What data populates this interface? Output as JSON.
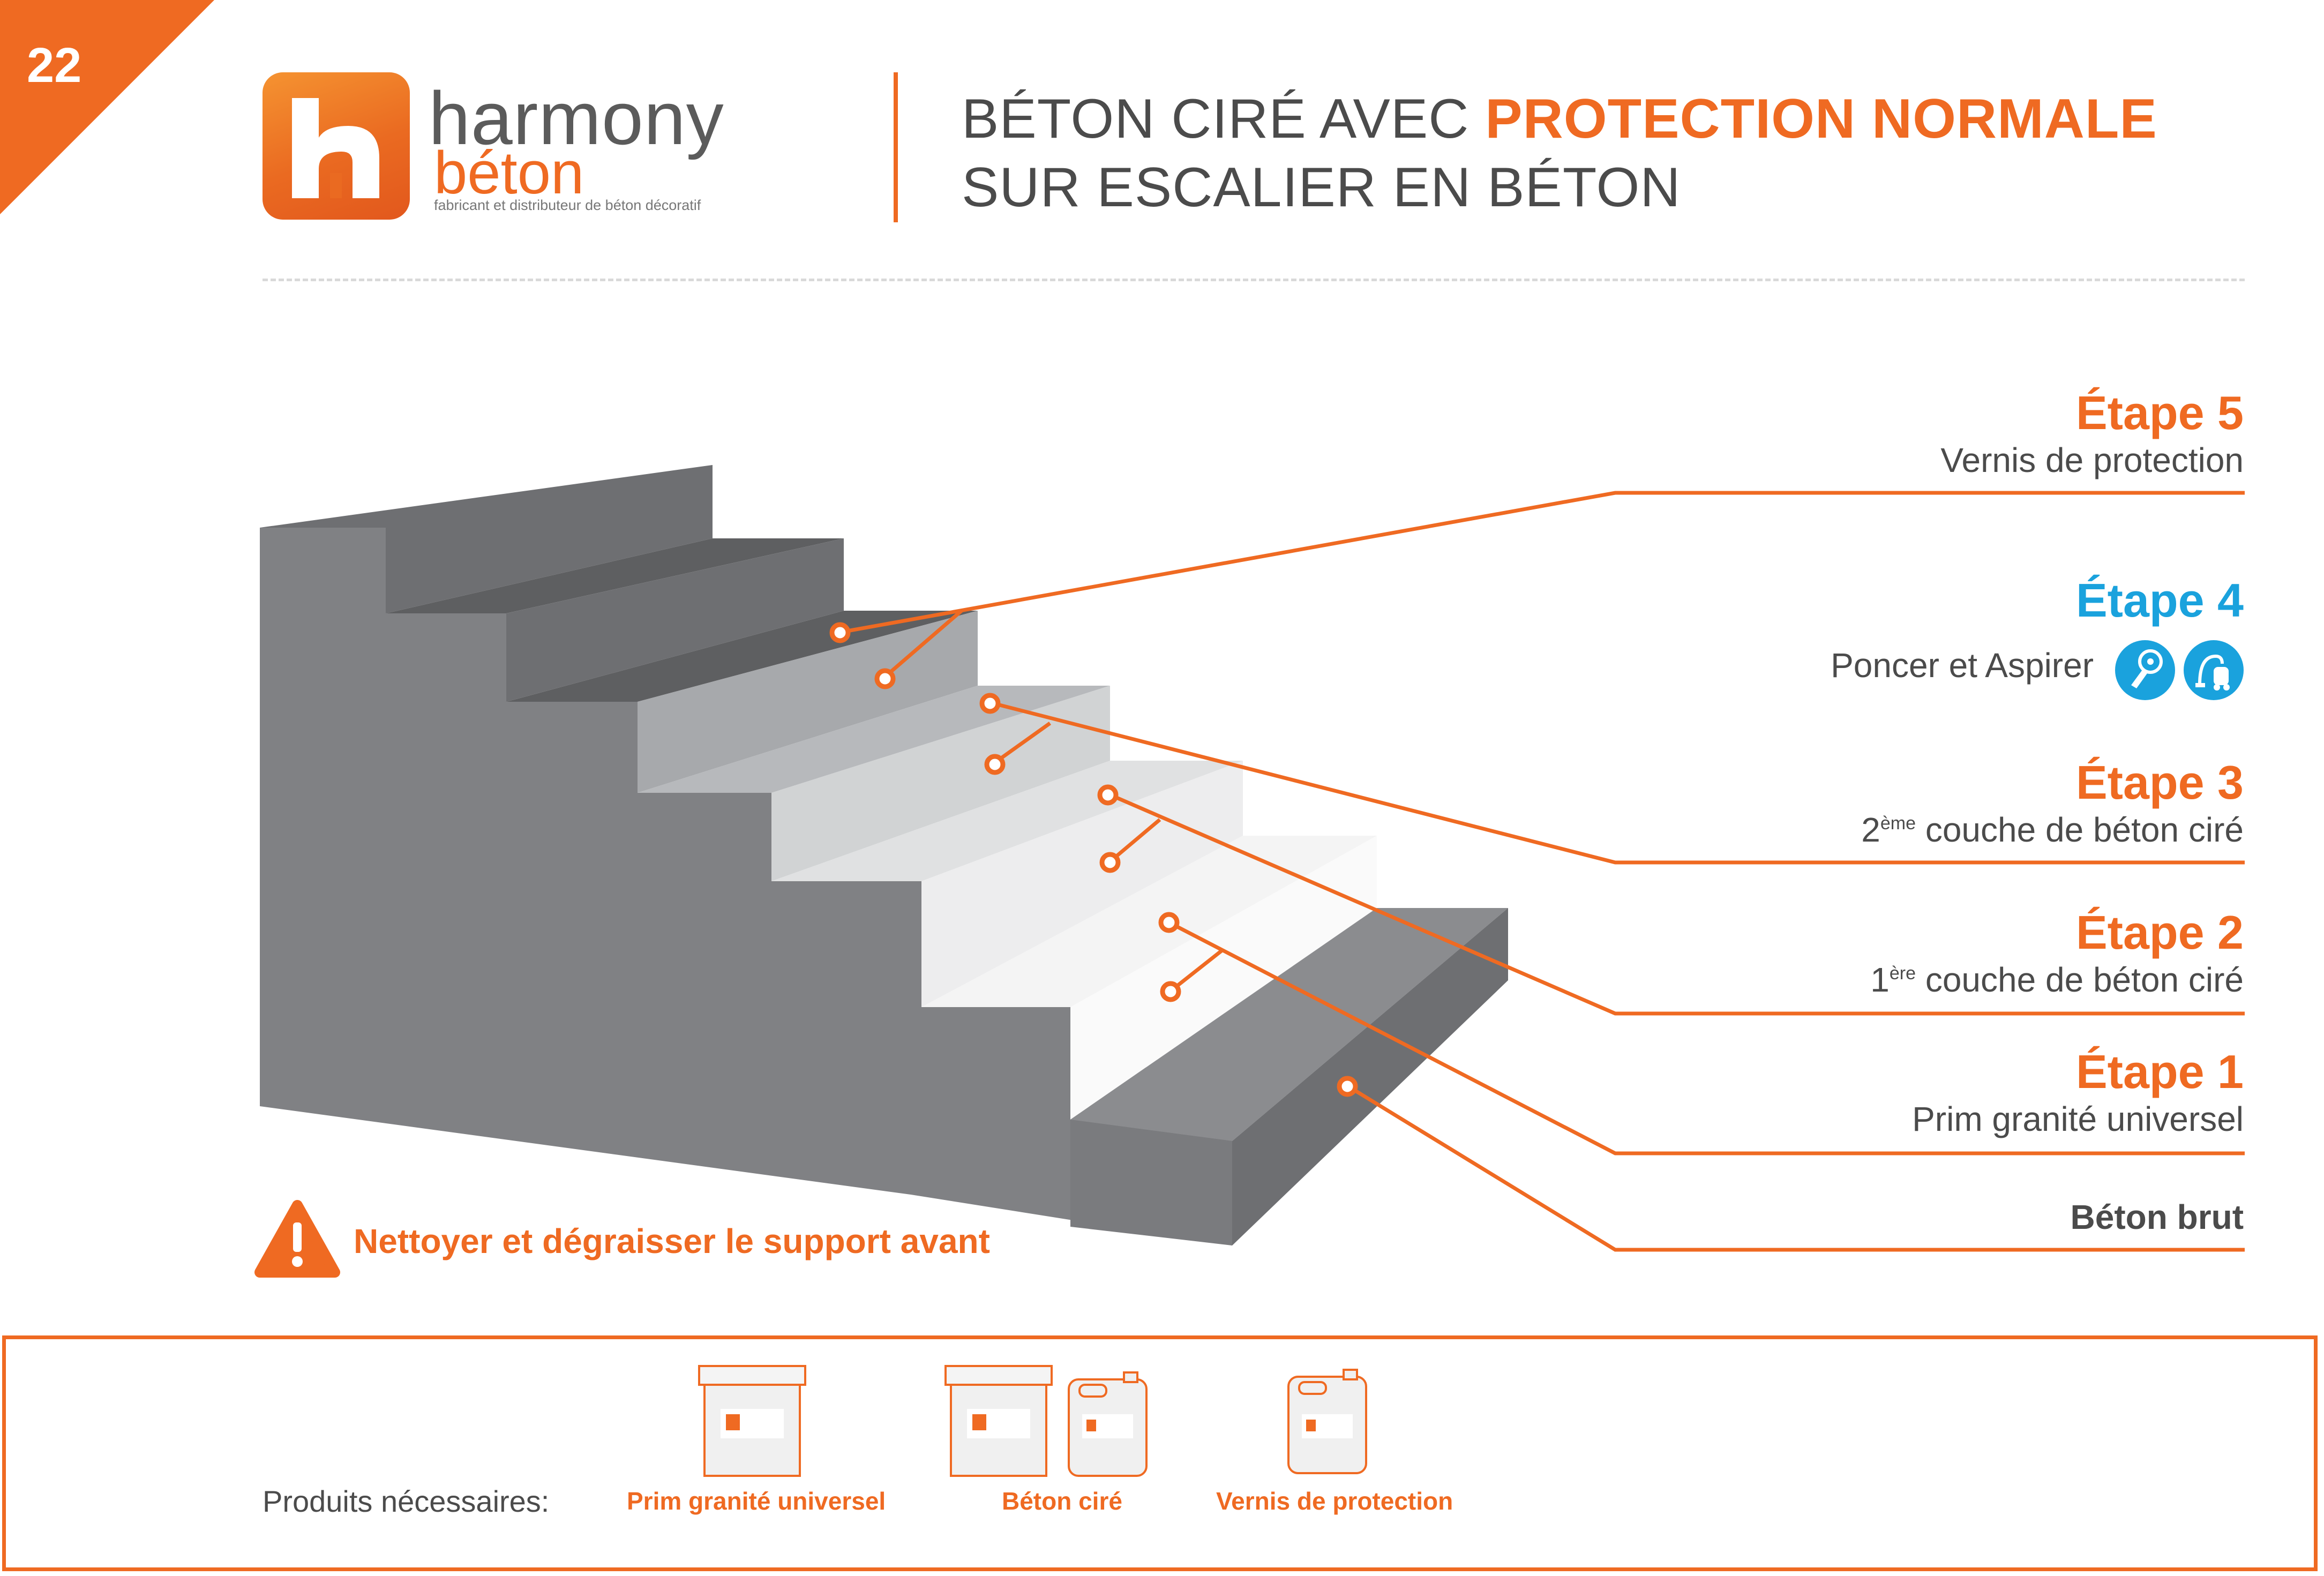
{
  "page_number": "22",
  "brand": {
    "name": "harmony",
    "sub": "béton",
    "tagline": "fabricant et distributeur de béton décoratif"
  },
  "title": {
    "prefix": "BÉTON CIRÉ AVEC ",
    "highlight": "PROTECTION NORMALE",
    "line2": "SUR ESCALIER EN BÉTON"
  },
  "steps": [
    {
      "heading": "Étape 5",
      "desc": "Vernis de protection"
    },
    {
      "heading": "Étape 4",
      "desc": "Poncer et Aspirer"
    },
    {
      "heading": "Étape 3",
      "desc_sup": "2",
      "desc_sup_suffix": "ème",
      "desc_rest": " couche de béton ciré"
    },
    {
      "heading": "Étape 2",
      "desc_sup": "1",
      "desc_sup_suffix": "ère",
      "desc_rest": " couche de béton ciré"
    },
    {
      "heading": "Étape 1",
      "desc": "Prim granité universel"
    }
  ],
  "base_label": "Béton brut",
  "icons": [
    "sander-icon",
    "vacuum-icon",
    "warning-icon"
  ],
  "warning": "Nettoyer et dégraisser le support avant",
  "products": {
    "needed_label": "Produits nécessaires:",
    "items": [
      "Prim granité universel",
      "Béton ciré",
      "Vernis de protection"
    ]
  },
  "colors": {
    "accent": "#ef6a22",
    "blue": "#1aa2dd",
    "concrete": "#808184"
  }
}
